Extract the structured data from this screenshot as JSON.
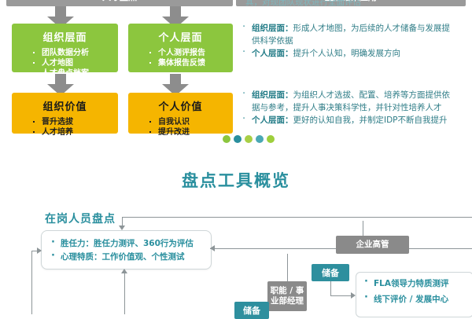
{
  "top_slide": {
    "header_bars": [
      {
        "label": "人才盘点"
      },
      {
        "label": "盘点结果应用"
      }
    ],
    "columns": [
      {
        "level_box": {
          "title": "组织层面",
          "items": [
            "团队数据分析",
            "人才地图",
            "人才盘点档案"
          ]
        },
        "value_box": {
          "title": "组织价值",
          "items": [
            "晋升选拔",
            "人才培养"
          ]
        }
      },
      {
        "level_box": {
          "title": "个人层面",
          "items": [
            "个人测评报告",
            "集体报告反馈"
          ]
        },
        "value_box": {
          "title": "个人价值",
          "items": [
            "自我认识",
            "提升改进"
          ]
        }
      }
    ],
    "right_text": {
      "cut_line": "其，对现团队现状进行全面评估",
      "group_a": [
        {
          "lead": "组织层面：",
          "body": "形成人才地图，为后续的人才储备与发展提"
        },
        {
          "cont": "供科学依据"
        },
        {
          "lead": "个人层面：",
          "body": "提升个人认知，明确发展方向"
        }
      ],
      "group_b": [
        {
          "lead": "组织层面：",
          "body": "为组织人才选拔、配置、培养等方面提供依"
        },
        {
          "cont": "据与参考，提升人事决策科学性，并针对性培养人才"
        },
        {
          "lead": "个人层面：",
          "body": "更好的认知自我，并制定IDP不断自我提升"
        }
      ]
    },
    "dots": [
      "#8cc63e",
      "#2a8f9e",
      "#a8cf45",
      "#4aa8b4",
      "#9ecf3c"
    ]
  },
  "bottom_slide": {
    "section_title": "盘点工具概览",
    "subtitle_left": "在岗人员盘点",
    "main_box": {
      "items": [
        "胜任力：胜任力测评、360行为评估",
        "心理特质：工作价值观、个性测试"
      ]
    },
    "exec_box": {
      "label": "企业高管"
    },
    "reserve_box": {
      "label": "储备"
    },
    "manager_box": {
      "label": "职能 / 事\n业部经理"
    },
    "reserve_box_2": {
      "label": "储备"
    },
    "tool_box": {
      "items": [
        "FLA领导力特质测评",
        "线下评价 / 发展中心"
      ]
    }
  },
  "colors": {
    "green": "#8cc63e",
    "yellow": "#f5b500",
    "teal": "#2a8f9e",
    "gray": "#8a8a8a"
  }
}
